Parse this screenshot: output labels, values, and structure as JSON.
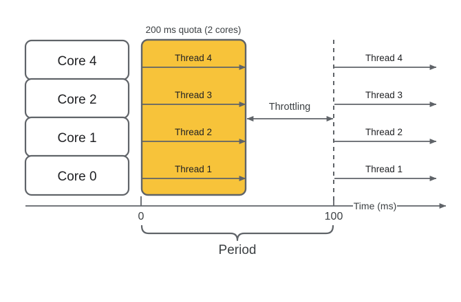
{
  "diagram": {
    "title_text": "200 ms quota (2 cores)",
    "colors": {
      "quota_fill": "#f7c33a",
      "stroke": "#5f6368",
      "box_fill": "#ffffff",
      "text": "#3c4043",
      "background": "#ffffff"
    },
    "cores": [
      {
        "label": "Core 4"
      },
      {
        "label": "Core 2"
      },
      {
        "label": "Core 1"
      },
      {
        "label": "Core 0"
      }
    ],
    "quota_block": {
      "caption": "200 ms quota (2 cores)",
      "threads": [
        {
          "label": "Thread 4"
        },
        {
          "label": "Thread 3"
        },
        {
          "label": "Thread 2"
        },
        {
          "label": "Thread 1"
        }
      ]
    },
    "resumed_threads": [
      {
        "label": "Thread 4"
      },
      {
        "label": "Thread 3"
      },
      {
        "label": "Thread 2"
      },
      {
        "label": "Thread 1"
      }
    ],
    "throttling": {
      "label": "Throttling"
    },
    "axis": {
      "label": "Time (ms)",
      "ticks": [
        {
          "value": "0"
        },
        {
          "value": "100"
        }
      ]
    },
    "period": {
      "label": "Period"
    }
  }
}
